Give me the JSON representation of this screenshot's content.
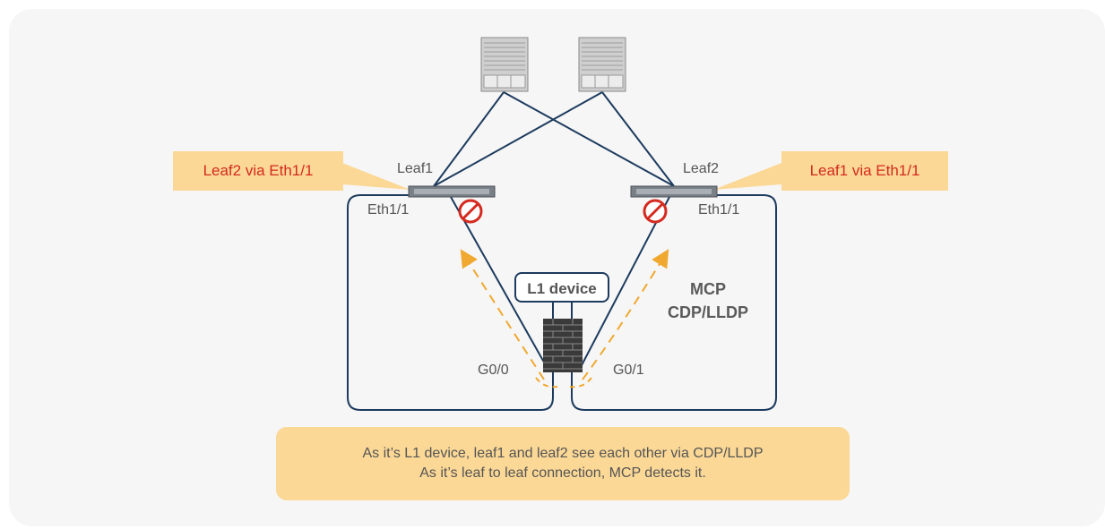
{
  "diagram": {
    "callouts": {
      "left": "Leaf2 via Eth1/1",
      "right": "Leaf1 via Eth1/1"
    },
    "leaf1": {
      "name": "Leaf1",
      "port": "Eth1/1"
    },
    "leaf2": {
      "name": "Leaf2",
      "port": "Eth1/1"
    },
    "l1_device": "L1 device",
    "protocols": {
      "line1": "MCP",
      "line2": "CDP/LLDP"
    },
    "firewall_ports": {
      "left": "G0/0",
      "right": "G0/1"
    },
    "note": {
      "line1": "As it’s L1 device, leaf1 and leaf2 see each other via CDP/LLDP",
      "line2": "As it’s leaf to leaf connection, MCP detects it."
    },
    "colors": {
      "link": "#1d3b5e",
      "callout_bg": "#fbd896",
      "callout_text": "#d42a1f",
      "block_icon": "#d42a1f",
      "dashed_arrow": "#f0a830"
    }
  }
}
